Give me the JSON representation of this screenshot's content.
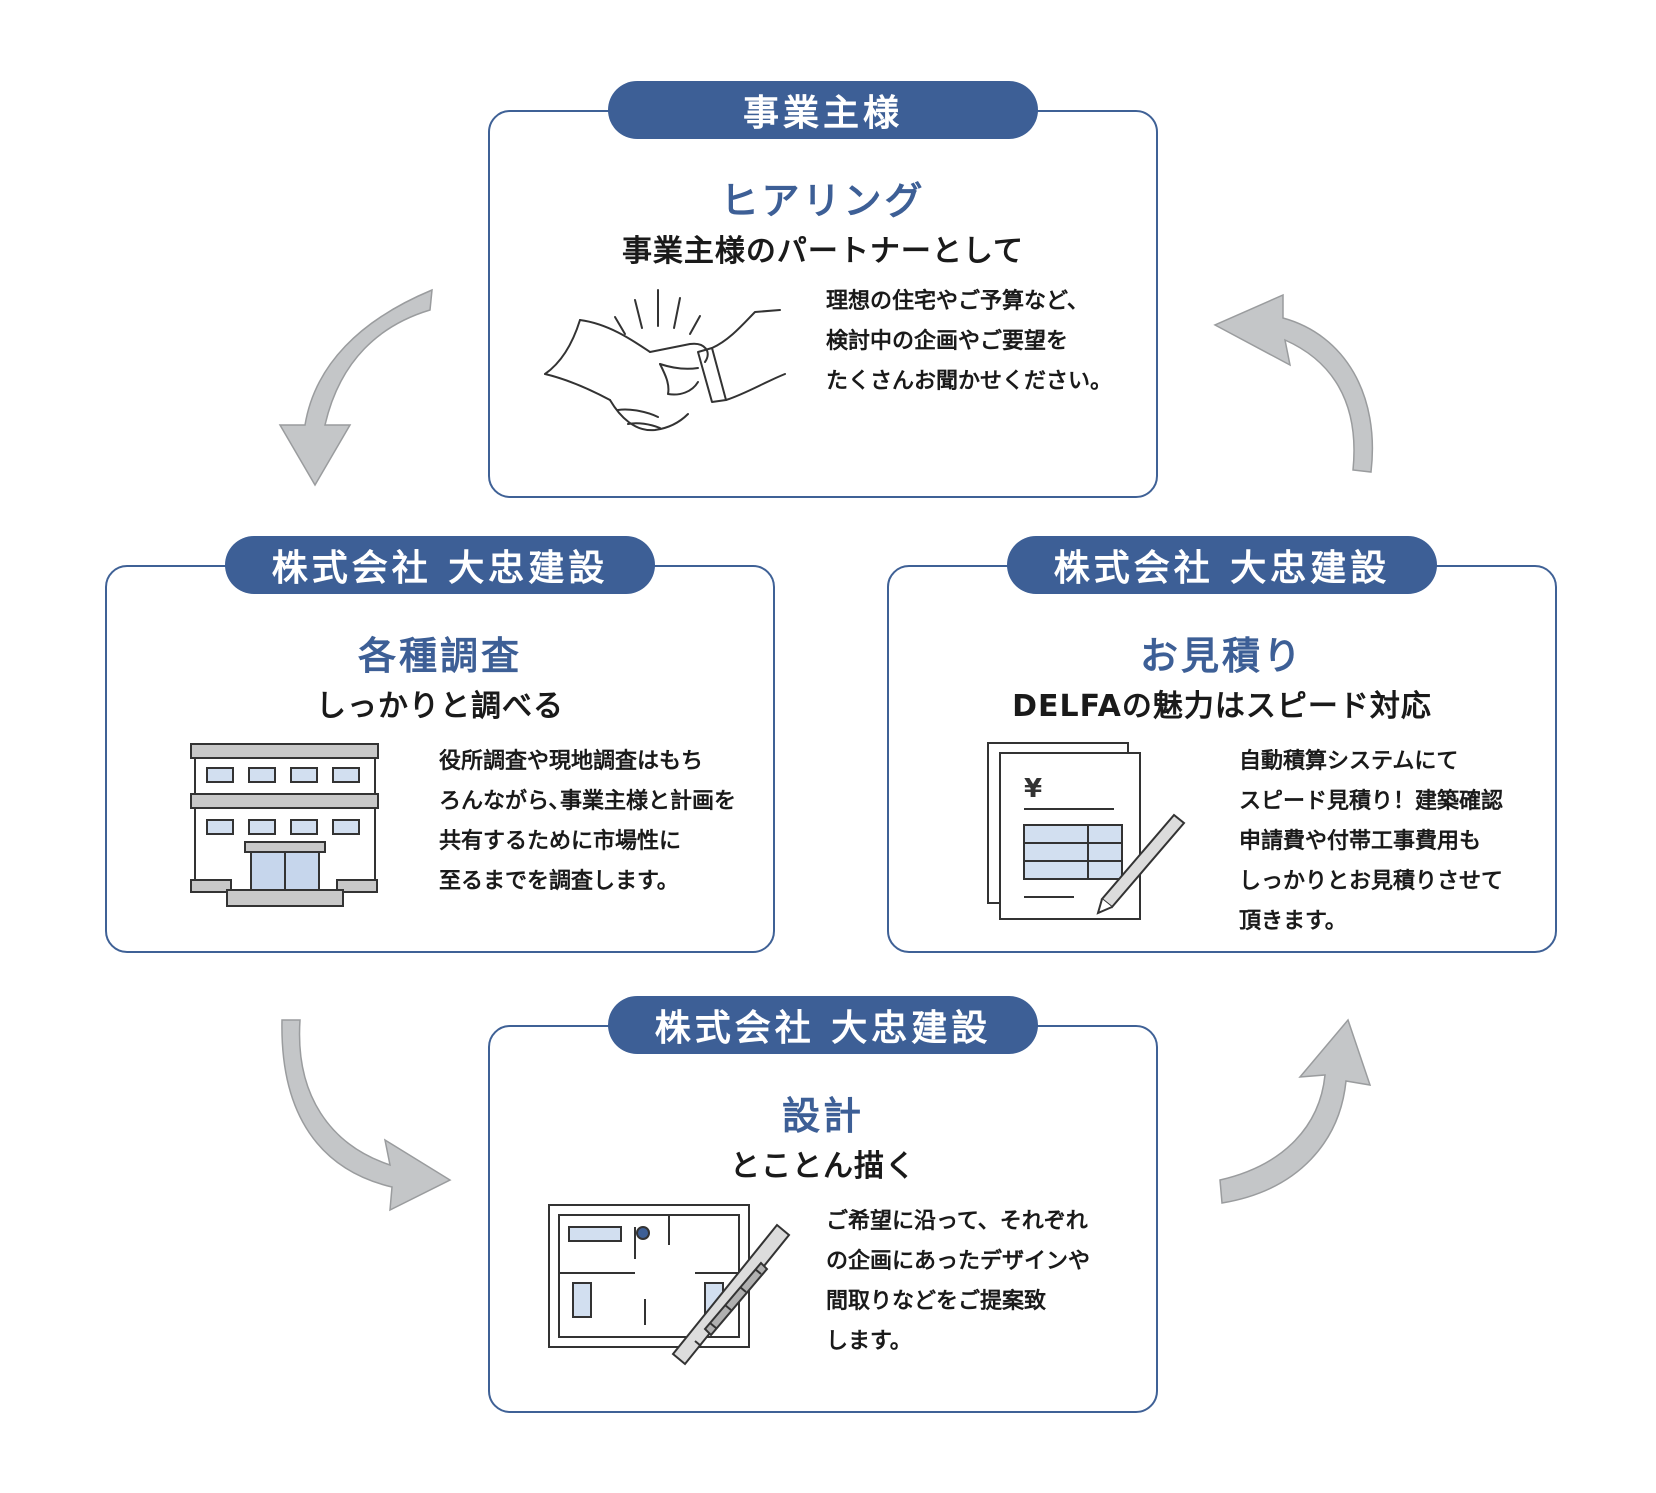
{
  "steps": [
    {
      "tag": "事業主様",
      "title": "ヒアリング",
      "subtitle": "事業主様のパートナーとして",
      "body": [
        "理想の住宅やご予算など、",
        "検討中の企画やご要望を",
        "たくさんお聞かせください。"
      ],
      "icon": "handshake-icon"
    },
    {
      "tag": "株式会社 大忠建設",
      "title": "各種調査",
      "subtitle": "しっかりと調べる",
      "body": [
        "役所調査や現地調査はもち",
        "ろんながら､事業主様と計画を",
        "共有するために市場性に",
        "至るまでを調査します。"
      ],
      "icon": "building-icon"
    },
    {
      "tag": "株式会社 大忠建設",
      "title": "お見積り",
      "subtitle": "DELFAの魅力はスピード対応",
      "body": [
        "自動積算システムにて",
        "スピード見積り！建築確認",
        "申請費や付帯工事費用も",
        "しっかりとお見積りさせて",
        "頂きます。"
      ],
      "icon": "estimate-document-icon",
      "icon_text": "¥"
    },
    {
      "tag": "株式会社 大忠建設",
      "title": "設計",
      "subtitle": "とことん描く",
      "body": [
        "ご希望に沿って、それぞれ",
        "の企画にあったデザインや",
        "間取りなどをご提案致",
        "します。"
      ],
      "icon": "floor-plan-icon"
    }
  ],
  "colors": {
    "accent": "#3d5f96",
    "border": "#3f6196",
    "arrow": "#c4c6c8",
    "illustration_fill": "#d2dff0"
  }
}
